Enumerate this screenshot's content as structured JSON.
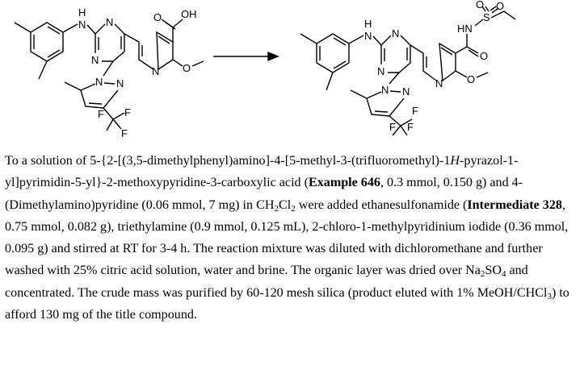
{
  "scheme": {
    "reactant_labels": {
      "amine_h": "H",
      "amine_n": "N",
      "pyrimidine_n1": "N",
      "pyrimidine_n2": "N",
      "pyrazole_n1": "N",
      "pyrazole_n2": "N",
      "pyridine_n": "N",
      "cooh_o": "O",
      "cooh_oh": "OH",
      "methoxy_o": "O",
      "cf3_f1": "F",
      "cf3_f2": "F",
      "cf3_f3": "F"
    },
    "product_labels": {
      "amine_h": "H",
      "amine_n": "N",
      "pyrimidine_n1": "N",
      "pyrimidine_n2": "N",
      "pyrazole_n1": "N",
      "pyrazole_n2": "N",
      "pyridine_n": "N",
      "amide_hn": "HN",
      "sulfonyl_s": "S",
      "sulfonyl_o1": "O",
      "sulfonyl_o2": "O",
      "amide_o": "O",
      "methoxy_o": "O",
      "cf3_f1": "F",
      "cf3_f2": "F",
      "cf3_f3": "F"
    }
  },
  "procedure": {
    "p1": "To a solution of 5-{2-[(3,5-dimethylphenyl)amino]-4-[5-methyl-3-(trifluoromethyl)-1",
    "p1_italic": "H",
    "p2": "-pyrazol-1-yl]pyrimidin-5-yl}-2-methoxypyridine-3-carboxylic acid (",
    "p3_bold": "Example 646",
    "p4": ", 0.3 mmol, 0.150 g) and 4-(Dimethylamino)pyridine (0.06 mmol, 7 mg) in CH",
    "p4_sub": "2",
    "p5": "Cl",
    "p5_sub": "2",
    "p6": " were added ethanesulfonamide (",
    "p7_bold": "Intermediate 328",
    "p8": ", 0.75 mmol, 0.082 g), triethylamine (0.9 mmol, 0.125 mL), 2-chloro-1-methylpyridinium iodide (0.36 mmol, 0.095 g) and stirred at RT for 3-4 h.  The reaction mixture was diluted with dichloromethane and further washed with 25% citric acid solution, water and brine.  The organic layer was dried over Na",
    "p8_sub1": "2",
    "p9": "SO",
    "p9_sub": "4",
    "p10": " and concentrated.  The crude mass was purified by 60-120 mesh silica (product eluted with 1% MeOH/CHCl",
    "p10_sub": "3",
    "p11": ") to afford 130 mg of the title compound."
  }
}
